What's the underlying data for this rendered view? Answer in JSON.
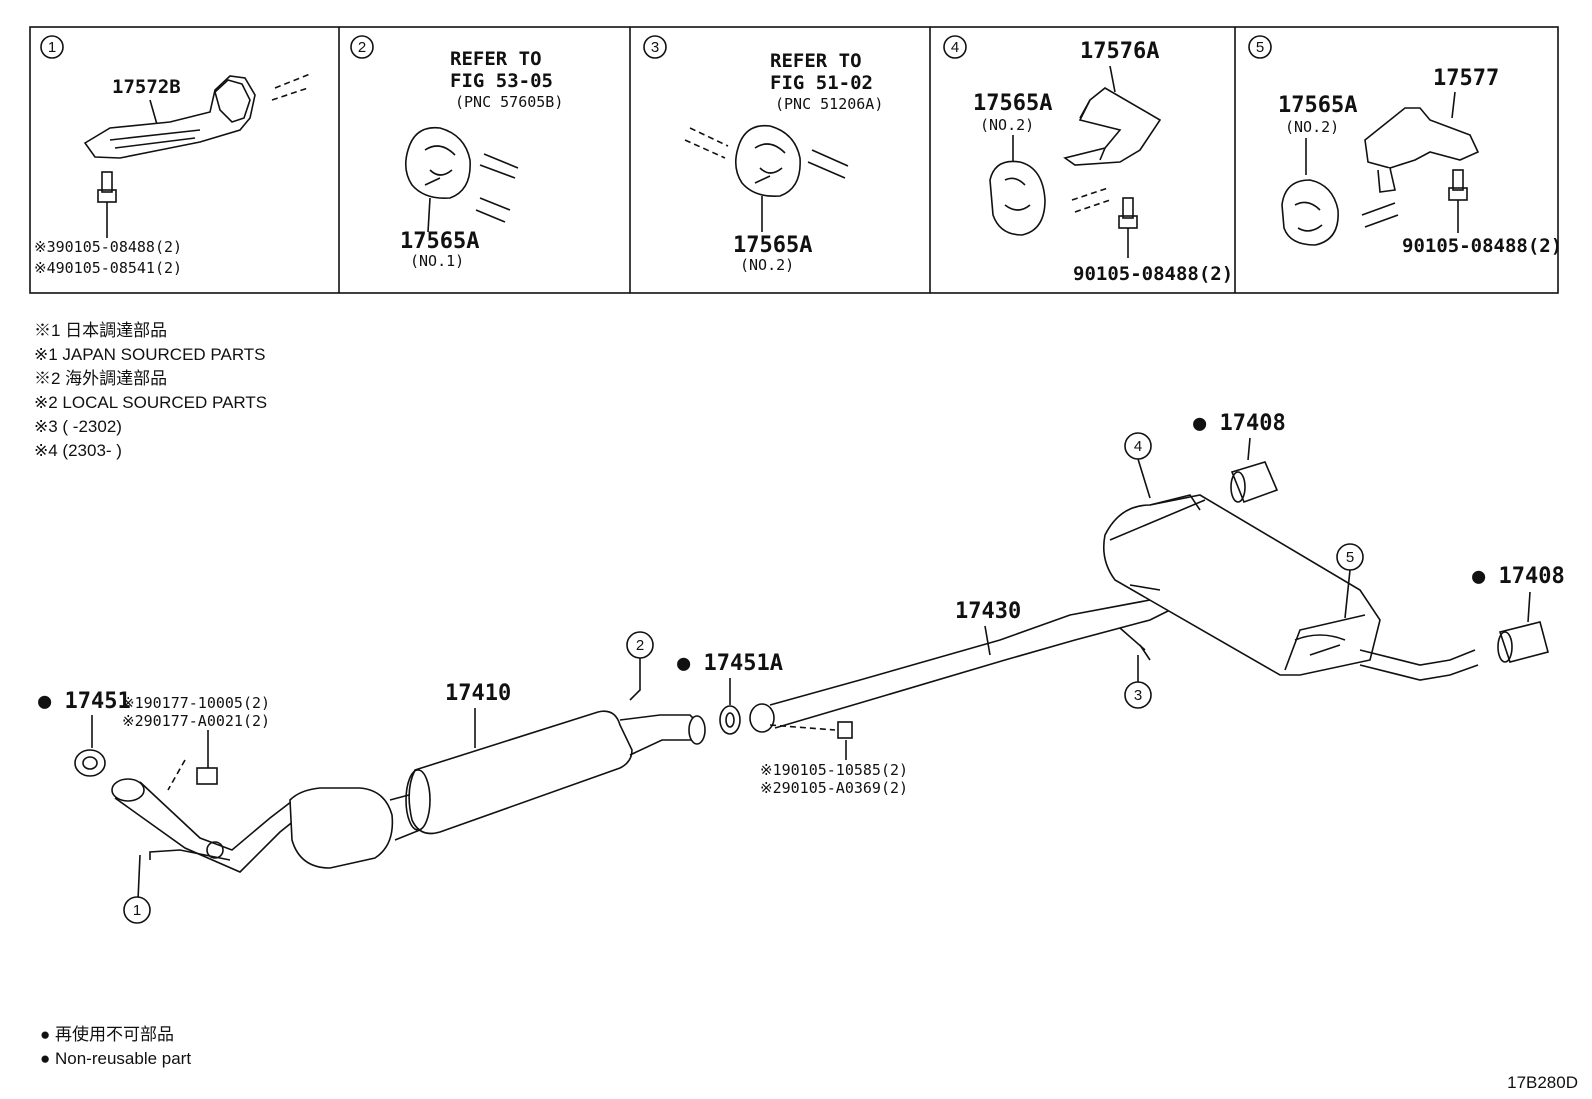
{
  "panels": [
    {
      "num": "1",
      "parts": [
        "17572B"
      ],
      "notes": [
        "※390105-08488(2)",
        "※490105-08541(2)"
      ]
    },
    {
      "num": "2",
      "refer": [
        "REFER TO",
        "FIG 53-05",
        "(PNC 57605B)"
      ],
      "part": "17565A",
      "sub": "(NO.1)"
    },
    {
      "num": "3",
      "refer": [
        "REFER TO",
        "FIG 51-02",
        "(PNC 51206A)"
      ],
      "part": "17565A",
      "sub": "(NO.2)"
    },
    {
      "num": "4",
      "parts": [
        "17576A",
        "17565A",
        "(NO.2)"
      ],
      "bolt": "90105-08488(2)"
    },
    {
      "num": "5",
      "parts": [
        "17577",
        "17565A",
        "(NO.2)"
      ],
      "bolt": "90105-08488(2)"
    }
  ],
  "notes": [
    "※1 日本調達部品",
    "※1 JAPAN SOURCED PARTS",
    "※2 海外調達部品",
    "※2 LOCAL SOURCED PARTS",
    "※3 (        -2302)",
    "※4 (2303-          )"
  ],
  "main": {
    "p17451": "● 17451",
    "bolt1a": "※190177-10005(2)",
    "bolt1b": "※290177-A0021(2)",
    "p17410": "17410",
    "p17451A": "● 17451A",
    "bolt2a": "※190105-10585(2)",
    "bolt2b": "※290105-A0369(2)",
    "p17430": "17430",
    "p17408a": "● 17408",
    "p17408b": "● 17408",
    "c1": "1",
    "c2": "2",
    "c3": "3",
    "c4": "4",
    "c5": "5"
  },
  "legend": [
    "● 再使用不可部品",
    "● Non-reusable part"
  ],
  "code": "17B280D"
}
